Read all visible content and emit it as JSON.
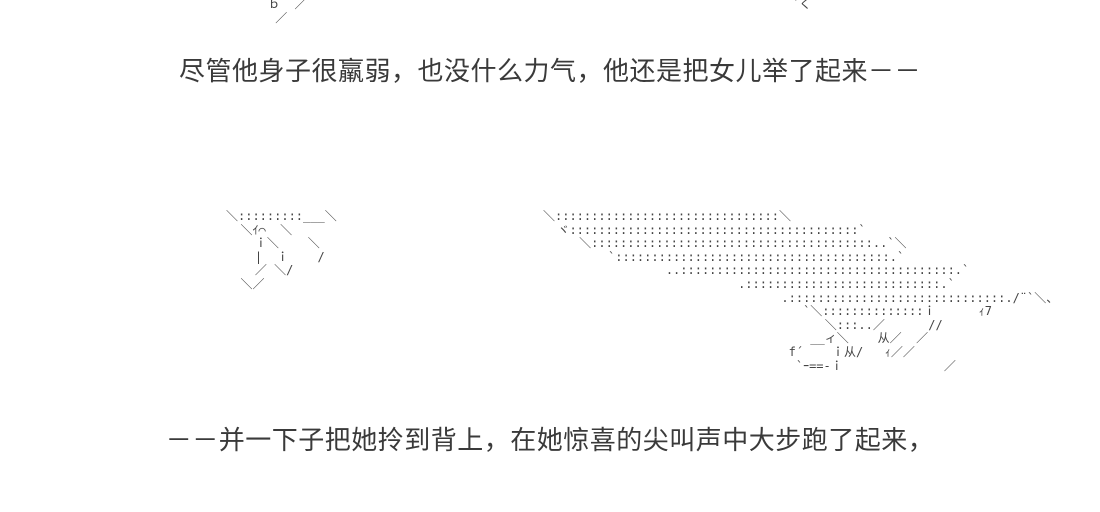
{
  "captions": {
    "top": "尽管他身子很羸弱，也没什么力气，他还是把女儿举了起来－－",
    "bottom": "－－并一下子把她拎到背上，在她惊喜的尖叫声中大步跑了起来，"
  },
  "ascii_art": {
    "top_left": "ｂ  ／\n ／",
    "top_right": "`く",
    "left_figure": "＼:::::::::___＼\n  ＼ｲ⌒  ＼\n    ｉ＼    ＼\n    |  ｉ    /\n    ／ ＼/\n  ＼／",
    "right_figure": "＼:::::::::::::::::::::::::::::::＼\n  ヾ::::::::::::::::::::::::::::::::::::::::`\n     ＼:::::::::::::::::::::::::::::::::::::::..`＼\n         `::::::::::::::::::::::::::::::::::::::.`\n                 ..::::::::::::::::::::::::::::::::::::::.`\n                           .:::::::::::::::::::::::::::.`\n                                 .::::::::::::::::::::::::::::::./¨`＼、\n                                    `＼::::::::::::::ｉ      ｨ7\n                                       ＼:::..／      //\n                                     __ィ＼    从／  ／\n                                  f´    ｉ从/   ｨ／／\n                                   `ｰ==-ｉ              ／"
  }
}
